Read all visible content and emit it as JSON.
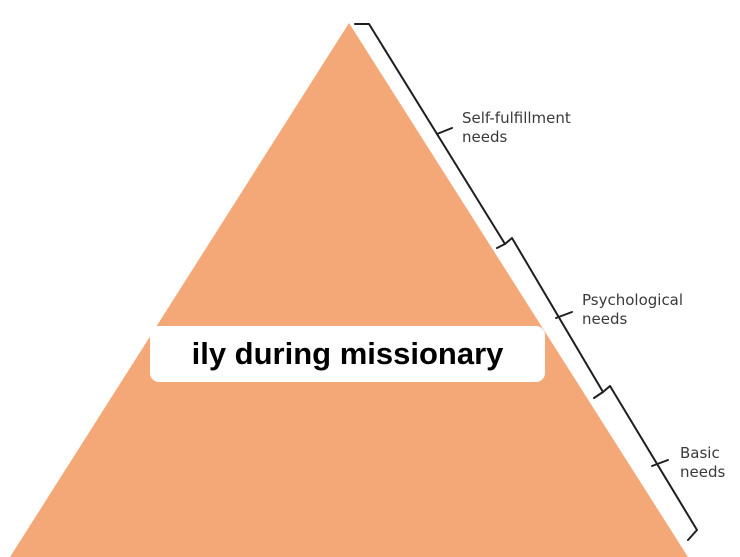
{
  "colors": {
    "pyramid_fill": "#f4a878",
    "bracket_stroke": "#1f1f1f",
    "label_text": "#3a3a3a",
    "caption_bg": "#ffffff",
    "caption_text": "#000000"
  },
  "levels": [
    {
      "line1": "Self-fulfillment",
      "line2": "needs"
    },
    {
      "line1": "Psychological",
      "line2": "needs"
    },
    {
      "line1": "Basic",
      "line2": "needs"
    }
  ],
  "caption": "ily during missionary"
}
